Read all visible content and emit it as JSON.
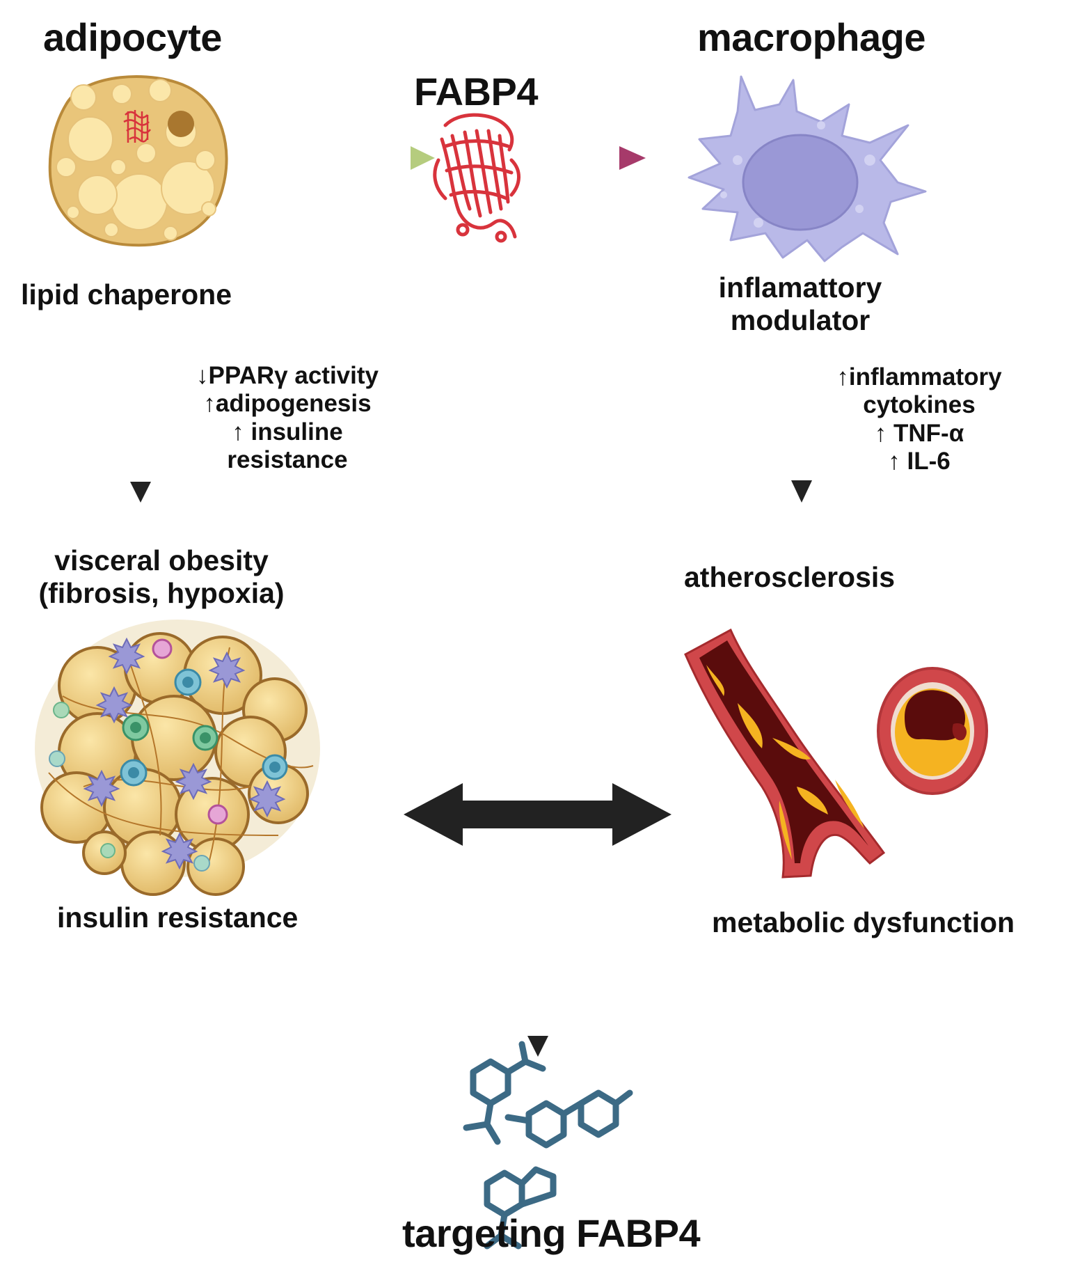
{
  "title_adipocyte": "adipocyte",
  "title_macrophage": "macrophage",
  "title_fabp4": "FABP4",
  "role_adipocyte": "lipid chaperone",
  "role_macrophage": [
    "inflamattory",
    "modulator"
  ],
  "effects_adipocyte": [
    "↓PPARγ activity",
    "↑adipogenesis",
    "↑ insuline",
    "resistance"
  ],
  "effects_macrophage": [
    "↑inflammatory",
    "cytokines",
    "↑ TNF-α",
    "↑ IL-6"
  ],
  "outcome_left": [
    "visceral obesity",
    "(fibrosis, hypoxia)"
  ],
  "outcome_right": "atherosclerosis",
  "caption_left": "insulin resistance",
  "caption_right": "metabolic dysfunction",
  "caption_bottom": "targeting FABP4",
  "colors": {
    "arrow_green": "#b5cc7e",
    "arrow_magenta": "#a63a6a",
    "protein_red": "#d8333c",
    "fat_yellow": "#e8c679",
    "macrophage_purple": "#b9b9e8",
    "nucleus_purple": "#9a98d6",
    "molecule_blue": "#3c6a85",
    "vessel_red": "#c83a3a",
    "plaque_yellow": "#f5b321"
  },
  "icons": [
    "adipocyte-cell-icon",
    "fabp4-protein-icon",
    "macrophage-cell-icon",
    "adipose-tissue-icon",
    "artery-plaque-icon",
    "small-molecule-icon"
  ]
}
